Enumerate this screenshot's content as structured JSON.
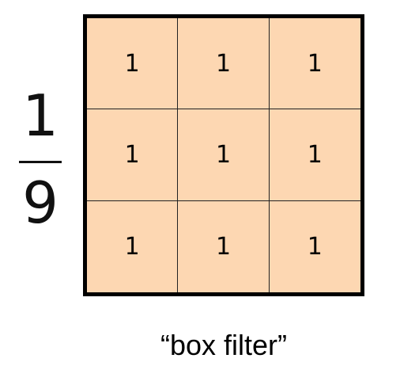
{
  "scale_factor": {
    "numerator": "1",
    "denominator": "9"
  },
  "kernel": {
    "rows": [
      [
        "1",
        "1",
        "1"
      ],
      [
        "1",
        "1",
        "1"
      ],
      [
        "1",
        "1",
        "1"
      ]
    ],
    "cell_color": "#fdd7b2",
    "border_color": "#000000"
  },
  "caption": "“box filter”"
}
